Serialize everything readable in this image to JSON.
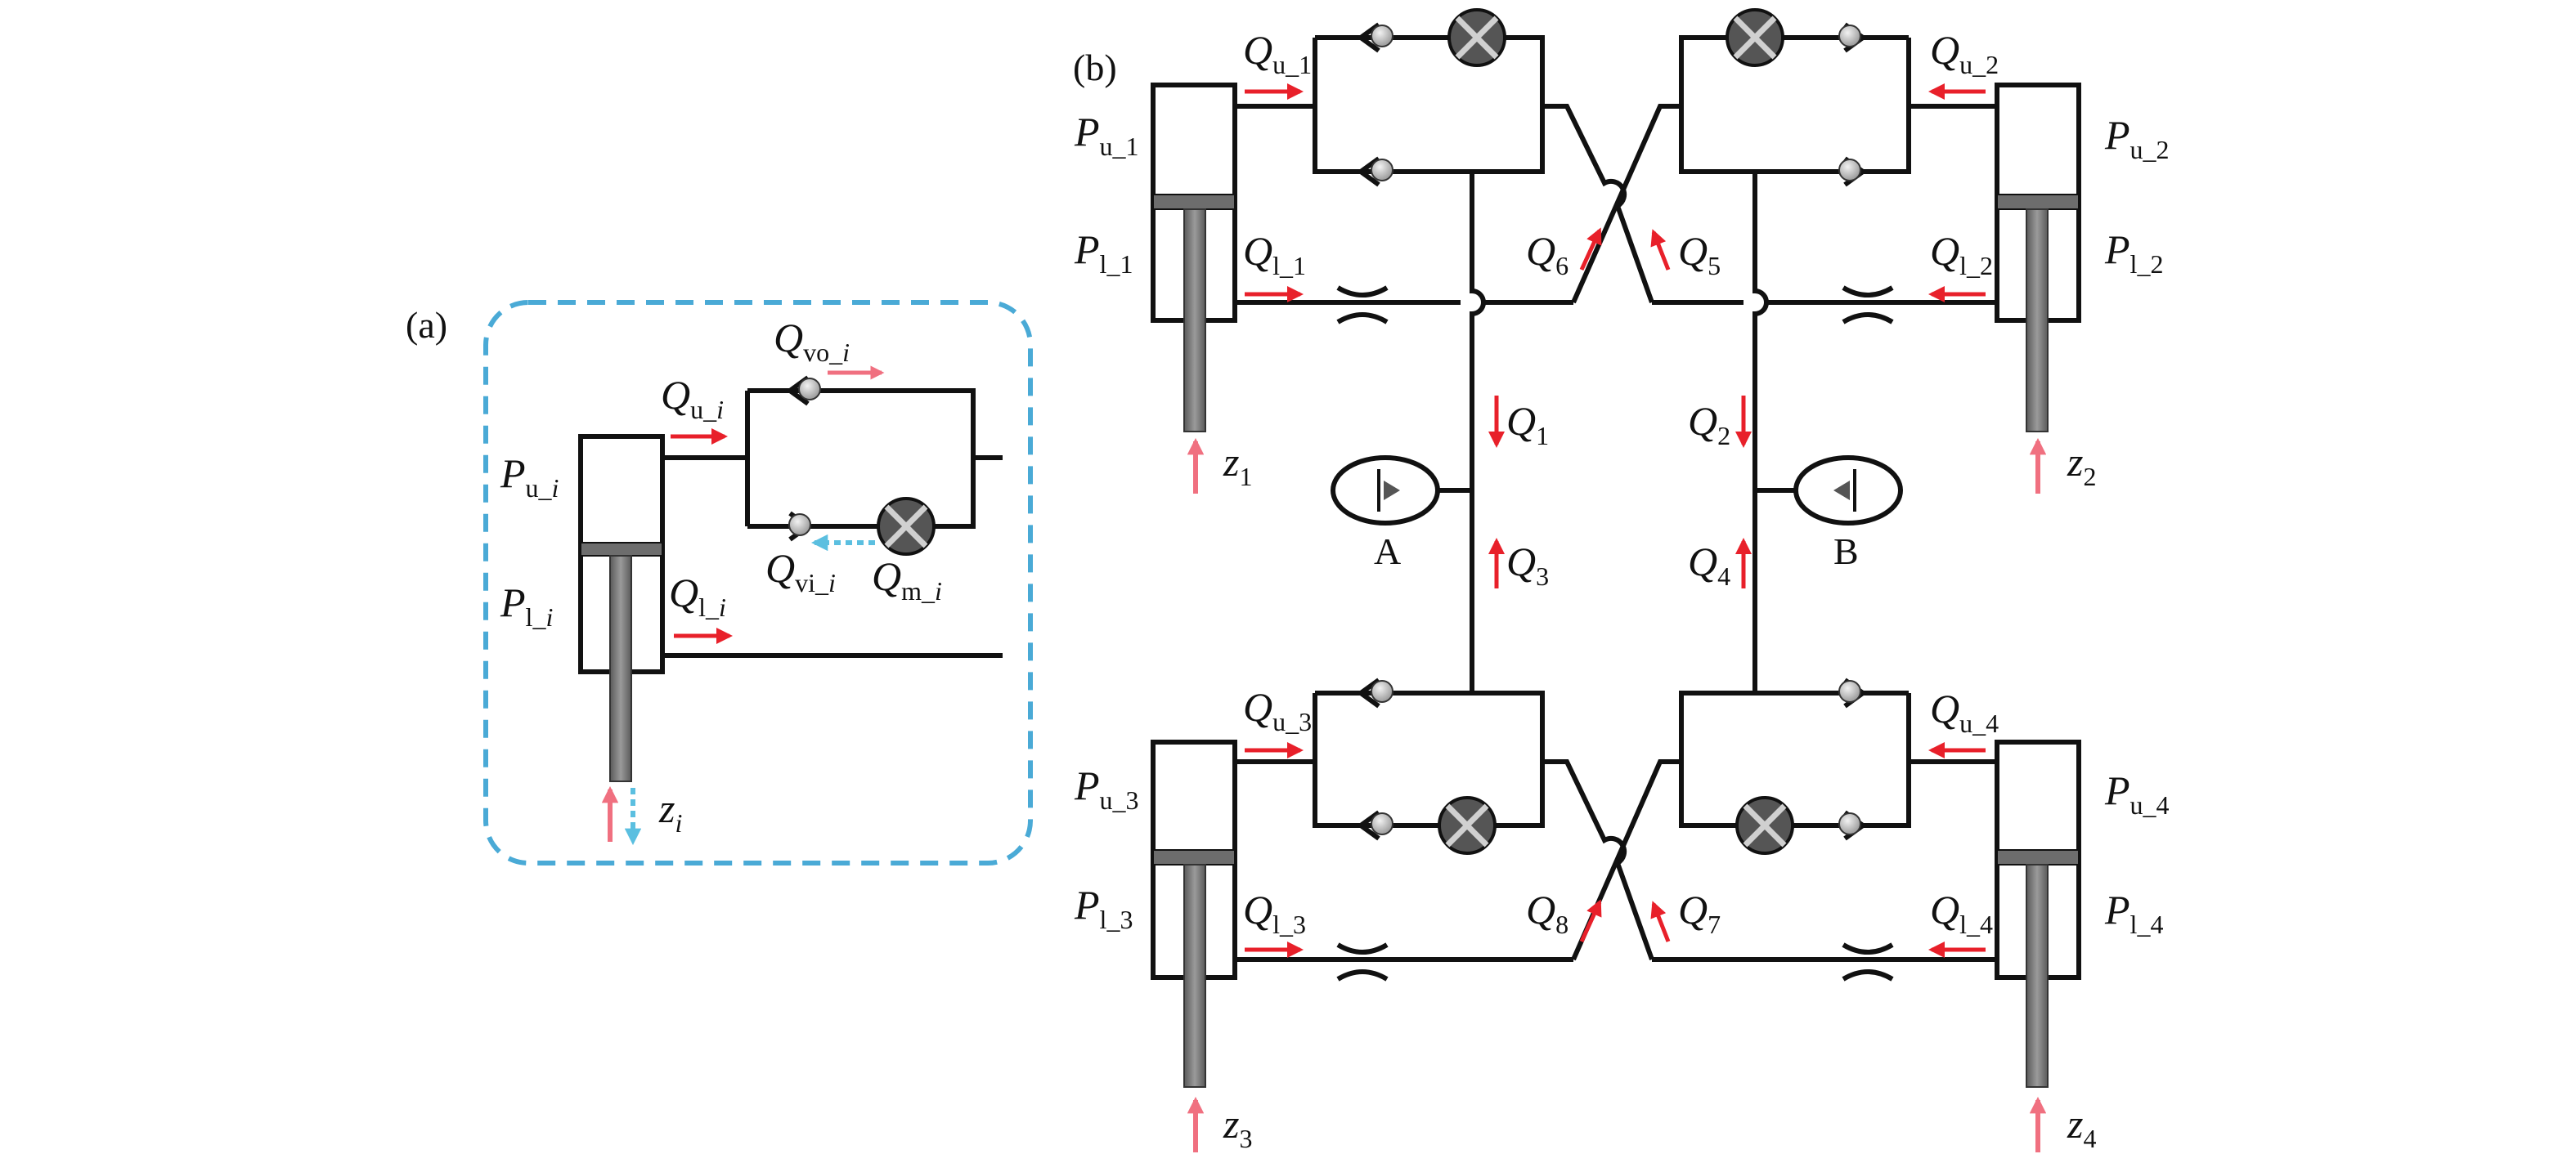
{
  "panel_a": {
    "tag": "(a)",
    "upper_pressure": {
      "main": "P",
      "sub": "u_",
      "idx": "i"
    },
    "lower_pressure": {
      "main": "P",
      "sub": "l_",
      "idx": "i"
    },
    "upper_flow": {
      "main": "Q",
      "sub": "u_",
      "idx": "i"
    },
    "lower_flow": {
      "main": "Q",
      "sub": "l_",
      "idx": "i"
    },
    "valve_out_flow": {
      "main": "Q",
      "sub": "vo_",
      "idx": "i"
    },
    "valve_in_flow": {
      "main": "Q",
      "sub": "vi_",
      "idx": "i"
    },
    "motor_flow": {
      "main": "Q",
      "sub": "m_",
      "idx": "i"
    },
    "displacement": {
      "main": "z",
      "idx": "i"
    }
  },
  "panel_b": {
    "tag": "(b)",
    "upper_pressures": [
      {
        "main": "P",
        "sub": "u_1"
      },
      {
        "main": "P",
        "sub": "u_2"
      },
      {
        "main": "P",
        "sub": "u_3"
      },
      {
        "main": "P",
        "sub": "u_4"
      }
    ],
    "lower_pressures": [
      {
        "main": "P",
        "sub": "l_1"
      },
      {
        "main": "P",
        "sub": "l_2"
      },
      {
        "main": "P",
        "sub": "l_3"
      },
      {
        "main": "P",
        "sub": "l_4"
      }
    ],
    "upper_flows": [
      {
        "main": "Q",
        "sub": "u_1"
      },
      {
        "main": "Q",
        "sub": "u_2"
      },
      {
        "main": "Q",
        "sub": "u_3"
      },
      {
        "main": "Q",
        "sub": "u_4"
      }
    ],
    "lower_flows": [
      {
        "main": "Q",
        "sub": "l_1"
      },
      {
        "main": "Q",
        "sub": "l_2"
      },
      {
        "main": "Q",
        "sub": "l_3"
      },
      {
        "main": "Q",
        "sub": "l_4"
      }
    ],
    "numbered_flows": [
      {
        "main": "Q",
        "sub": "1"
      },
      {
        "main": "Q",
        "sub": "2"
      },
      {
        "main": "Q",
        "sub": "3"
      },
      {
        "main": "Q",
        "sub": "4"
      },
      {
        "main": "Q",
        "sub": "5"
      },
      {
        "main": "Q",
        "sub": "6"
      },
      {
        "main": "Q",
        "sub": "7"
      },
      {
        "main": "Q",
        "sub": "8"
      }
    ],
    "displacements": [
      {
        "main": "z",
        "sub": "1"
      },
      {
        "main": "z",
        "sub": "2"
      },
      {
        "main": "z",
        "sub": "3"
      },
      {
        "main": "z",
        "sub": "4"
      }
    ],
    "accumulators": [
      "A",
      "B"
    ]
  },
  "colors": {
    "line": "#111111",
    "flow_arrow": "#e8202a",
    "motion_arrow": "#f07080",
    "inferred_flow": "#5bbfe0",
    "dashed_frame": "#4aaad6",
    "rod": "#7d7d7d",
    "piston": "#6d6d6d",
    "valve_ball": "#bdbdbd",
    "motor": "#555555"
  },
  "icons": {
    "check_valve": "check-valve-icon",
    "motor": "hydraulic-motor-icon",
    "orifice": "orifice-icon",
    "accumulator": "accumulator-icon",
    "cylinder": "hydraulic-cylinder-icon"
  }
}
